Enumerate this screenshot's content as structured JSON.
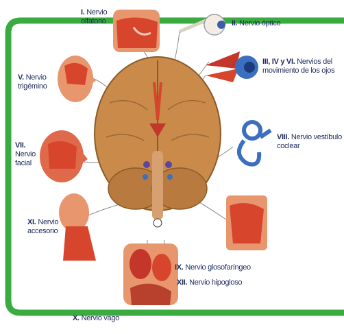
{
  "colors": {
    "frame_green": "#3aab3f",
    "label_text": "#1d2b5c",
    "brain": "#c98a4a",
    "nerve": "#e8e3d4",
    "tissue_red": "#d8452d",
    "skin": "#e7966e"
  },
  "labels": {
    "olfatorio": {
      "num": "I.",
      "line1": "Nervio",
      "line2": "olfatorio"
    },
    "optico": {
      "num": "II.",
      "text": "Nervio óptico"
    },
    "ojos": {
      "num": "III, IV y VI.",
      "line1": "Nervios del",
      "line2": "movimiento de los ojos"
    },
    "trigemino": {
      "num": "V.",
      "line1": "Nervio",
      "line2": "trigémino"
    },
    "facial": {
      "num": "VII.",
      "line1": "Nervio",
      "line2": "facial"
    },
    "vestibulo": {
      "num": "VIII.",
      "line1": "Nervio vestíbulo",
      "line2": "coclear"
    },
    "accesorio": {
      "num": "XI.",
      "line1": "Nervio",
      "line2": "accesorio"
    },
    "glosofaringeo": {
      "num": "IX.",
      "text": "Nervio glosofaríngeo"
    },
    "hipogloso": {
      "num": "XII.",
      "text": "Nervio hipogloso"
    },
    "vago": {
      "num": "X.",
      "text": "Nervio vago"
    }
  }
}
